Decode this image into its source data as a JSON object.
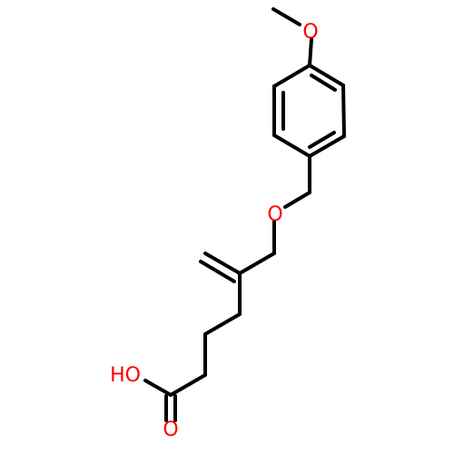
{
  "molecule": {
    "atom_labels": {
      "methoxy_oxygen": "O",
      "ether_oxygen": "O",
      "hydroxyl": "HO",
      "carbonyl_oxygen": "O"
    },
    "colors": {
      "bond": "#000000",
      "oxygen": "#ff0000",
      "background": "#ffffff"
    }
  }
}
